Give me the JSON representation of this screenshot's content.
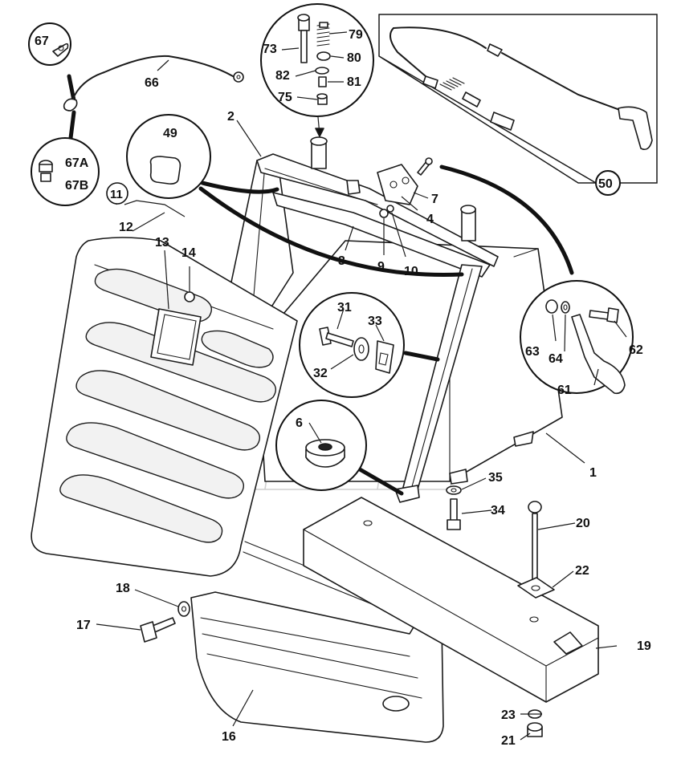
{
  "labels": {
    "l1": "1",
    "l2": "2",
    "l3": "3",
    "l4": "4",
    "l6": "6",
    "l7": "7",
    "l9": "9",
    "l10": "10",
    "l11": "11",
    "l12": "12",
    "l13": "13",
    "l14": "14",
    "l16": "16",
    "l17": "17",
    "l18": "18",
    "l19": "19",
    "l20": "20",
    "l21": "21",
    "l22": "22",
    "l23": "23",
    "l31": "31",
    "l32": "32",
    "l33": "33",
    "l34": "34",
    "l35": "35",
    "l49": "49",
    "l50": "50",
    "l61": "61",
    "l62": "62",
    "l63": "63",
    "l64": "64",
    "l66": "66",
    "l67": "67",
    "l67a": "67A",
    "l67b": "67B",
    "l73": "73",
    "l75": "75",
    "l79": "79",
    "l80": "80",
    "l81": "81",
    "l82": "82"
  },
  "colors": {
    "line": "#1a1a1a",
    "background": "#ffffff",
    "watermark": "#cfcfcf"
  }
}
